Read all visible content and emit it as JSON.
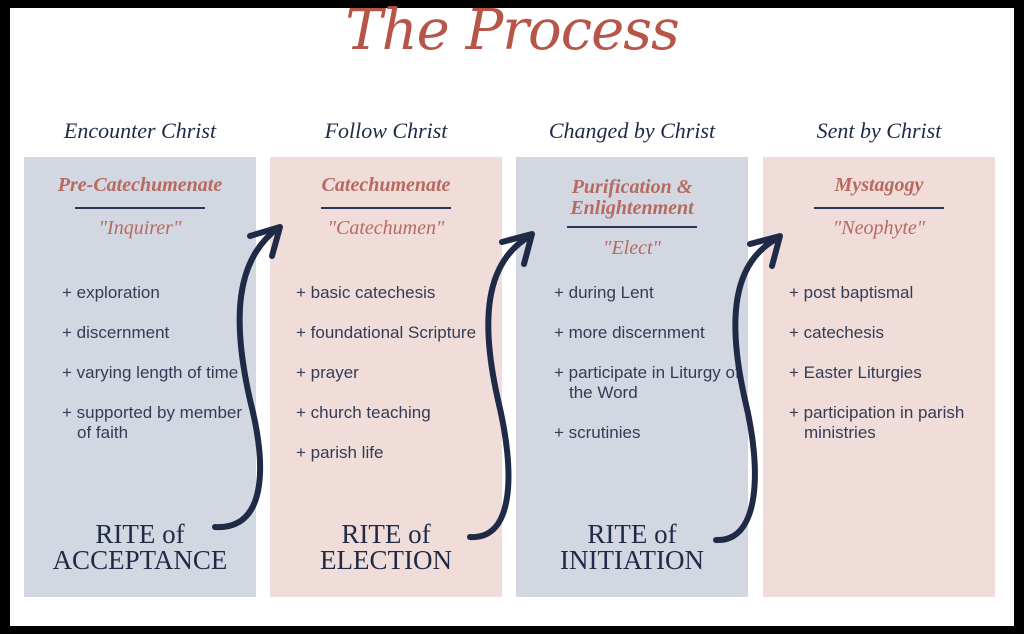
{
  "title": "The Process",
  "colors": {
    "title": "#b65548",
    "navy": "#1f2a47",
    "blue_panel": "#d3d7e1",
    "pink_panel": "#f0dcd8"
  },
  "columns": [
    {
      "heading": "Encounter Christ",
      "stage": "Pre-Catechumenate",
      "role": "\"Inquirer\"",
      "items": [
        "+ exploration",
        "+ discernment",
        "+ varying length of time",
        "+ supported by member of faith"
      ],
      "rite_line1": "RITE of",
      "rite_line2": "ACCEPTANCE"
    },
    {
      "heading": "Follow Christ",
      "stage": "Catechumenate",
      "role": "\"Catechumen\"",
      "items": [
        "+ basic catechesis",
        "+ foundational Scripture",
        "+ prayer",
        "+ church teaching",
        "+ parish life"
      ],
      "rite_line1": "RITE of",
      "rite_line2": "ELECTION"
    },
    {
      "heading": "Changed by Christ",
      "stage": "Purification & Enlightenment",
      "role": "\"Elect\"",
      "items": [
        "+ during Lent",
        "+ more discernment",
        "+ participate in Liturgy of the Word",
        "+ scrutinies"
      ],
      "rite_line1": "RITE of",
      "rite_line2": "INITIATION"
    },
    {
      "heading": "Sent by Christ",
      "stage": "Mystagogy",
      "role": "\"Neophyte\"",
      "items": [
        "+ post baptismal",
        "+ catechesis",
        "+ Easter Liturgies",
        "+ participation in parish ministries"
      ]
    }
  ]
}
